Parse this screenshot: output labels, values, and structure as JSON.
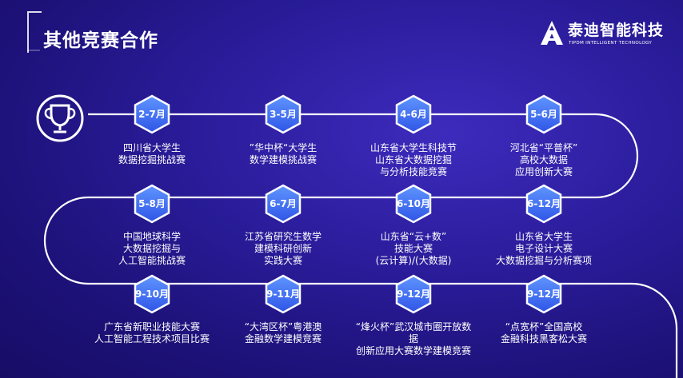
{
  "header": {
    "title": "其他竞赛合作"
  },
  "logo": {
    "name": "泰迪智能科技",
    "sub": "TIPDM INTELLIGENT TECHNOLOGY",
    "icon": "mountain-a-logo-icon"
  },
  "trophy": {
    "icon": "trophy-icon"
  },
  "rows": [
    [
      {
        "date": "2-7月",
        "desc": "四川省大学生\n数据挖掘挑战赛"
      },
      {
        "date": "3-5月",
        "desc": "”华中杯“大学生\n数学建模挑战赛"
      },
      {
        "date": "4-6月",
        "desc": "山东省大学生科技节\n山东省大数据挖掘\n与分析技能竞赛"
      },
      {
        "date": "5-6月",
        "desc": "河北省“平普杯”\n高校大数据\n应用创新大赛"
      }
    ],
    [
      {
        "date": "5-8月",
        "desc": "中国地球科学\n大数据挖掘与\n人工智能挑战赛"
      },
      {
        "date": "6-7月",
        "desc": "江苏省研究生数学\n建模科研创新\n实践大赛"
      },
      {
        "date": "6-10月",
        "desc": "山东省“云+数”\n技能大赛\n(云计算)/(大数据)"
      },
      {
        "date": "6-12月",
        "desc": "山东省大学生\n电子设计大赛\n大数据挖掘与分析赛项"
      }
    ],
    [
      {
        "date": "9-10月",
        "desc": "广东省新职业技能大赛\n人工智能工程技术项目比赛"
      },
      {
        "date": "9-11月",
        "desc": "“大湾区杯”粤港澳\n金融数学建模竞赛"
      },
      {
        "date": "9-12月",
        "desc": "“烽火杯”武汉城市圈开放数\n据\n创新应用大赛数学建模竞赛"
      },
      {
        "date": "9-12月",
        "desc": "“点宽杯”全国高校\n金融科技黑客松大赛"
      }
    ]
  ]
}
